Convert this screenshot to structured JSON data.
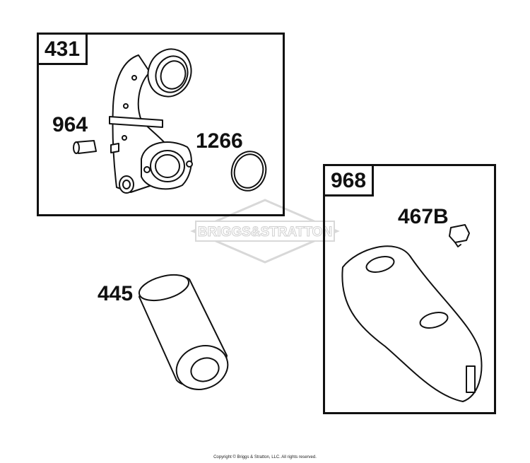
{
  "groups": [
    {
      "label": "431"
    },
    {
      "label": "968"
    }
  ],
  "callouts": {
    "p964": "964",
    "p1266": "1266",
    "p445": "445",
    "p467b": "467B"
  },
  "watermark": "BRIGGS&STRATTON",
  "footer": {
    "copyright": "Copyright © Briggs & Stratton, LLC. All rights reserved."
  },
  "colors": {
    "line": "#111111",
    "watermark": "#d8d8d8",
    "fill": "#ffffff"
  }
}
